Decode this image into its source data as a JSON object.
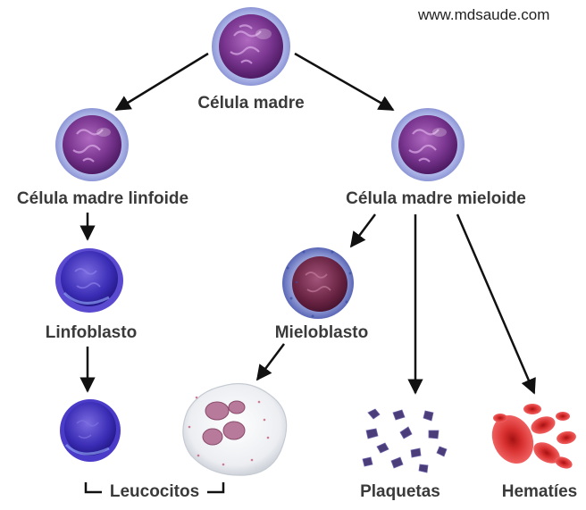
{
  "watermark": "www.mdsaude.com",
  "labels": {
    "stem_cell": "Célula madre",
    "lymphoid_stem": "Célula madre linfoide",
    "myeloid_stem": "Célula madre mieloide",
    "lymphoblast": "Linfoblasto",
    "myeloblast": "Mieloblasto",
    "leukocytes": "Leucocitos",
    "platelets": "Plaquetas",
    "red_cells": "Hematíes"
  },
  "colors": {
    "arrow": "#111111",
    "label": "#3a3a3a",
    "stem_ring": "#a9b3e8",
    "stem_core": "#6a2a7e",
    "lympho_blue": "#3c2fb8",
    "myelo_core": "#6e2a48",
    "neutrophil_nucleus": "#b77a9a",
    "platelet": "#2e2550",
    "rbc": "#d42a2a"
  }
}
